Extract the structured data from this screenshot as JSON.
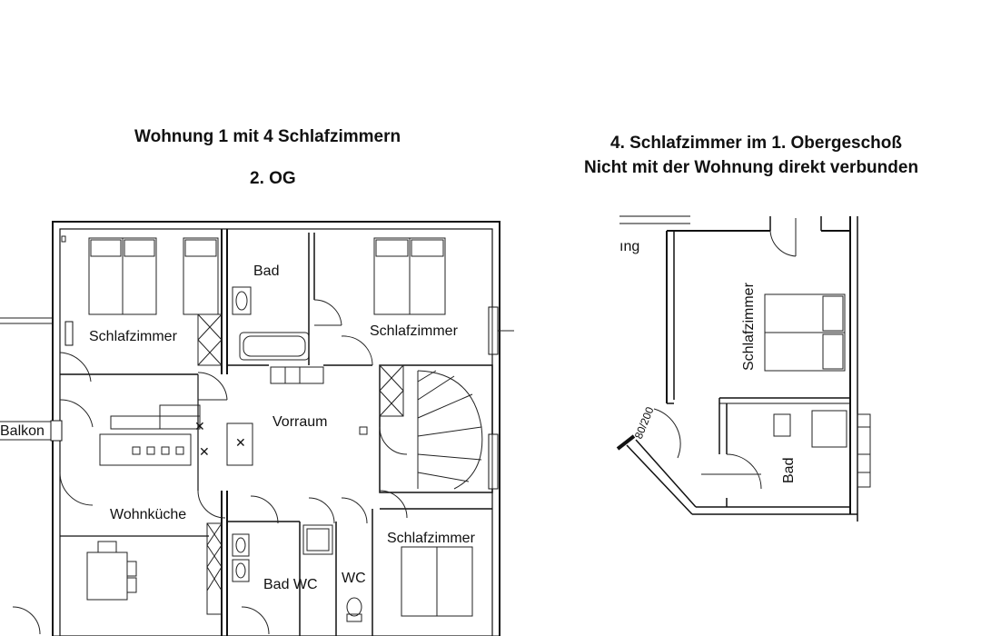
{
  "left_plan": {
    "title": "Wohnung 1 mit 4 Schlafzimmern",
    "floor": "2. OG",
    "rooms": {
      "bad_top": "Bad",
      "schlafzimmer_left": "Schlafzimmer",
      "schlafzimmer_right": "Schlafzimmer",
      "balkon": "Balkon",
      "vorraum": "Vorraum",
      "wohnkueche": "Wohnküche",
      "schlafzimmer_bottom": "Schlafzimmer",
      "bad_wc": "Bad WC",
      "wc": "WC"
    }
  },
  "right_plan": {
    "title_line1": "4. Schlafzimmer im 1. Obergeschoß",
    "title_line2": "Nicht mit der Wohnung direkt verbunden",
    "rooms": {
      "gang_fragment": "ıng",
      "schlafzimmer": "Schlafzimmer",
      "bad": "Bad",
      "dimension": "80/200"
    }
  }
}
